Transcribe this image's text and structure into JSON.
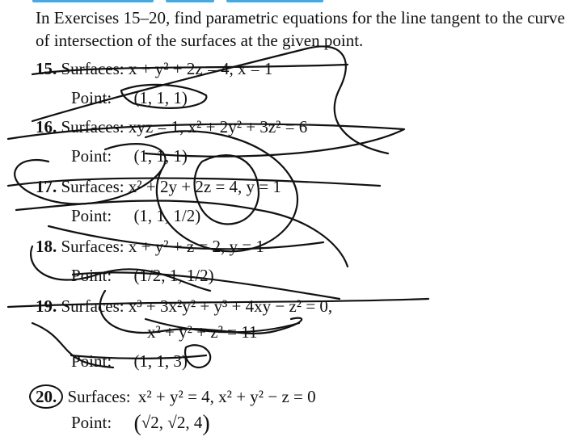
{
  "intro": "In Exercises 15–20, find parametric equations for the line tangent to the curve of intersection of the surfaces at the given point.",
  "exercises": [
    {
      "number": "15.",
      "label": "Surfaces:",
      "surfaces": "x + y² + 2z = 4,   x = 1",
      "point_label": "Point:",
      "point": "(1, 1, 1)"
    },
    {
      "number": "16.",
      "label": "Surfaces:",
      "surfaces": "xyz = 1,   x² + 2y² + 3z² = 6",
      "point_label": "Point:",
      "point": "(1, 1, 1)"
    },
    {
      "number": "17.",
      "label": "Surfaces:",
      "surfaces": "x² + 2y + 2z = 4,   y = 1",
      "point_label": "Point:",
      "point": "(1, 1, 1/2)"
    },
    {
      "number": "18.",
      "label": "Surfaces:",
      "surfaces": "x + y² + z = 2,   y = 1",
      "point_label": "Point:",
      "point": "(1/2, 1, 1/2)"
    },
    {
      "number": "19.",
      "label": "Surfaces:",
      "surfaces": "x³ + 3x²y² + y³ + 4xy − z² = 0,",
      "surfaces_line2": "x² + y² + z² = 11",
      "point_label": "Point:",
      "point": "(1, 1, 3)"
    },
    {
      "number": "20.",
      "label": "Surfaces:",
      "surfaces": "x² + y² = 4,   x² + y² − z = 0",
      "point_label": "Point:",
      "point": "√2, √2, 4"
    }
  ]
}
